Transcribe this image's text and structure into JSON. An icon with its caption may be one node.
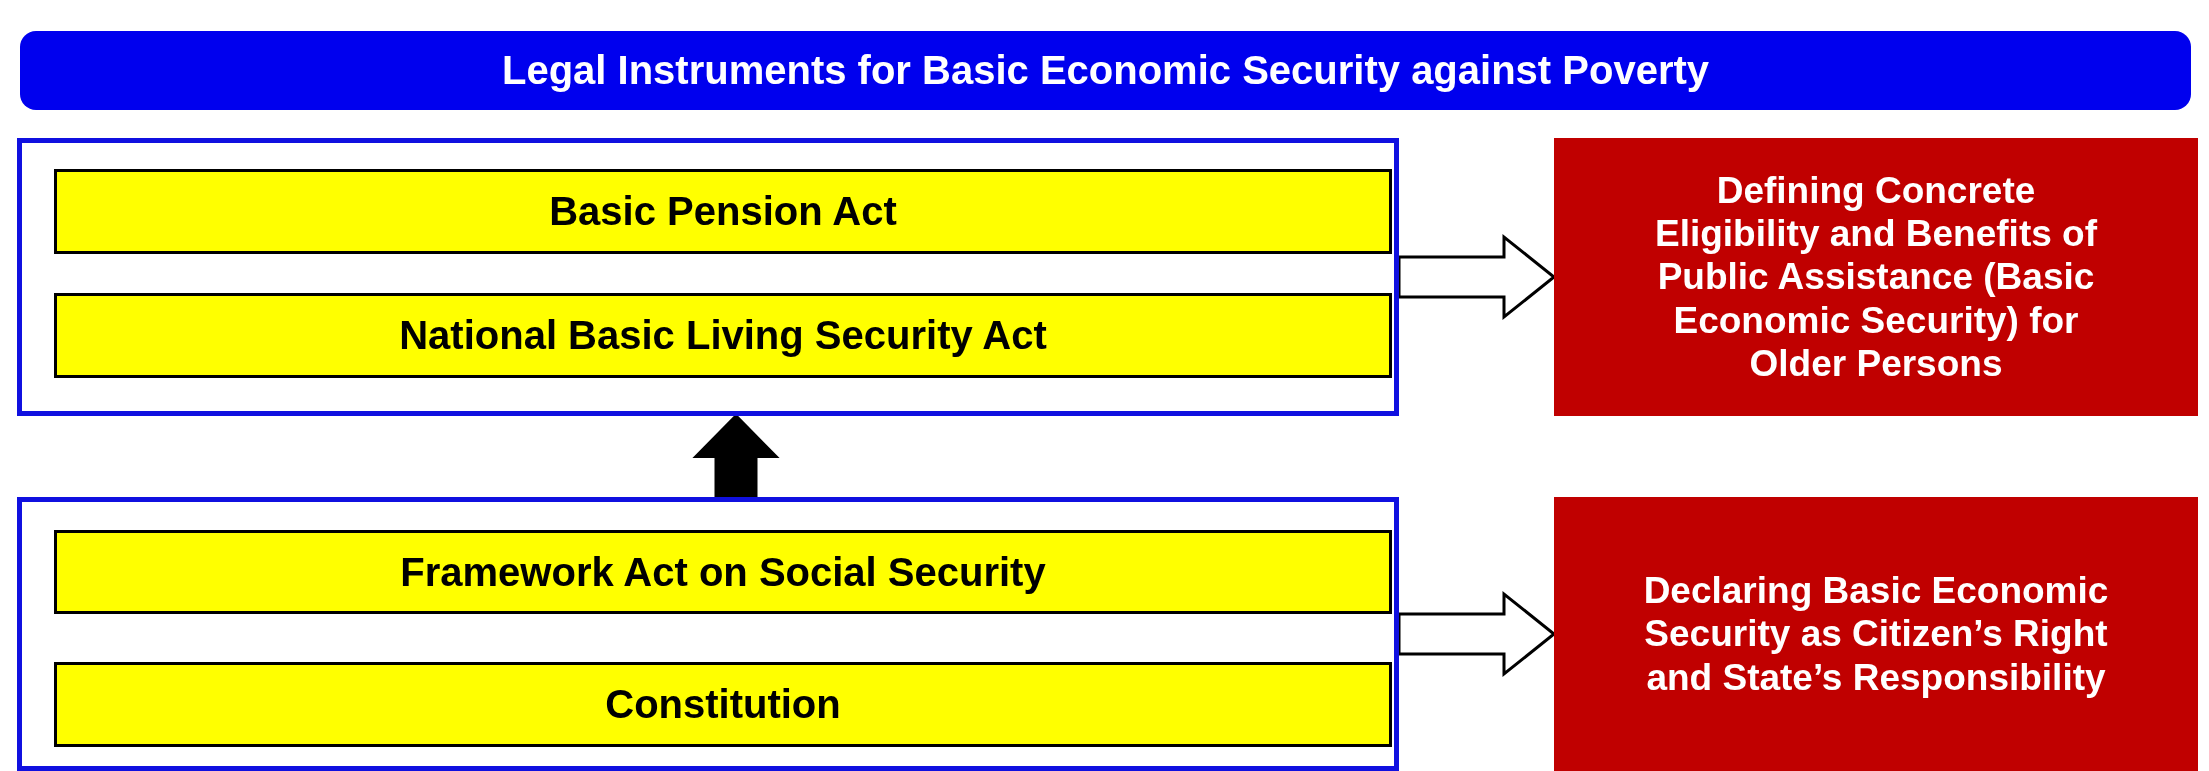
{
  "diagram": {
    "title": "Legal Instruments for Basic Economic Security against Poverty",
    "nodes": [
      {
        "text": [],
        "shape": "box"
      },
      {
        "text": [
          "Basic Pension Act"
        ],
        "in": 0
      },
      {
        "text": [
          "National Basic Living Security Act"
        ],
        "in": 0
      },
      {
        "text": [
          "Defining Concrete Eligibility and Benefits of Public Assistance (Basic Economic Security) for Older Persons"
        ]
      },
      {
        "text": [],
        "shape": "box"
      },
      {
        "text": [
          "Framework Act on Social Security"
        ],
        "in": 4
      },
      {
        "text": [
          "Constitution"
        ],
        "in": 4
      },
      {
        "text": [
          "Declaring Basic Economic Security as Citizen’s Right and State’s  Responsibility"
        ]
      }
    ],
    "edges": [
      {
        "from": 0,
        "to": 3,
        "arrow": "to",
        "style": "thick"
      },
      {
        "from": 4,
        "to": 0,
        "arrow": "to",
        "style": "thick",
        "color": "#000000"
      },
      {
        "from": 4,
        "to": 7,
        "arrow": "to",
        "style": "thick"
      }
    ]
  }
}
